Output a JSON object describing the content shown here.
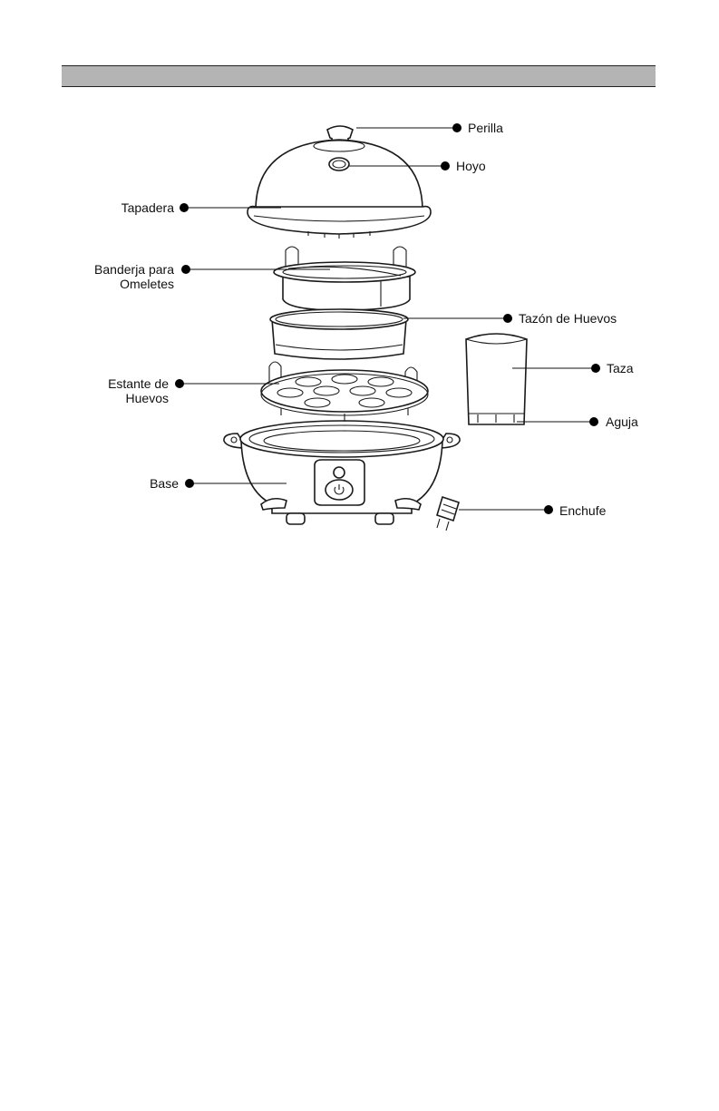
{
  "labels": {
    "perilla": "Perilla",
    "hoyo": "Hoyo",
    "tapadera": "Tapadera",
    "bandeja_line1": "Banderja para",
    "bandeja_line2": "Omeletes",
    "tazon": "Tazón de Huevos",
    "taza": "Taza",
    "estante_line1": "Estante de",
    "estante_line2": "Huevos",
    "aguja": "Aguja",
    "base": "Base",
    "enchufe": "Enchufe"
  },
  "colors": {
    "header_bar": "#b4b4b4",
    "line": "#1a1a1a"
  },
  "icons": {
    "power_button": "power-icon"
  }
}
